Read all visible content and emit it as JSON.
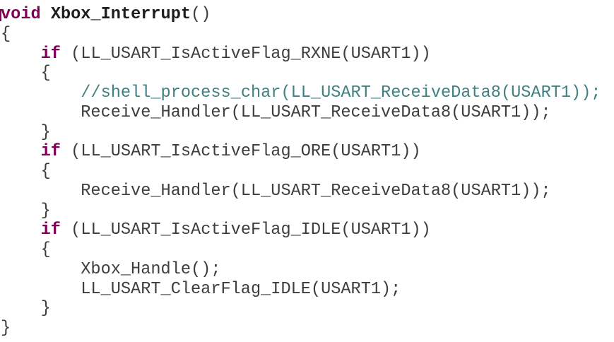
{
  "editor": {
    "background": "#ffffff",
    "colors": {
      "keyword": "#7f0055",
      "comment": "#3f8080",
      "plain": "#3d3d3d",
      "declaration": "#1d1d1d"
    },
    "lines": [
      {
        "segments": [
          {
            "type": "keyword",
            "text": "void"
          },
          {
            "type": "plain",
            "text": " "
          },
          {
            "type": "declaration",
            "text": "Xbox_Interrupt"
          },
          {
            "type": "plain",
            "text": "()"
          }
        ]
      },
      {
        "segments": [
          {
            "type": "plain",
            "text": "{"
          }
        ]
      },
      {
        "segments": [
          {
            "type": "plain",
            "text": "    "
          },
          {
            "type": "keyword",
            "text": "if"
          },
          {
            "type": "plain",
            "text": " (LL_USART_IsActiveFlag_RXNE(USART1))"
          }
        ]
      },
      {
        "segments": [
          {
            "type": "plain",
            "text": "    {"
          }
        ]
      },
      {
        "segments": [
          {
            "type": "plain",
            "text": "        "
          },
          {
            "type": "comment",
            "text": "//shell_process_char(LL_USART_ReceiveData8(USART1));"
          }
        ]
      },
      {
        "segments": [
          {
            "type": "plain",
            "text": "        Receive_Handler(LL_USART_ReceiveData8(USART1));"
          }
        ]
      },
      {
        "segments": [
          {
            "type": "plain",
            "text": "    }"
          }
        ]
      },
      {
        "segments": [
          {
            "type": "plain",
            "text": "    "
          },
          {
            "type": "keyword",
            "text": "if"
          },
          {
            "type": "plain",
            "text": " (LL_USART_IsActiveFlag_ORE(USART1))"
          }
        ]
      },
      {
        "segments": [
          {
            "type": "plain",
            "text": "    {"
          }
        ]
      },
      {
        "segments": [
          {
            "type": "plain",
            "text": "        Receive_Handler(LL_USART_ReceiveData8(USART1));"
          }
        ]
      },
      {
        "segments": [
          {
            "type": "plain",
            "text": "    }"
          }
        ]
      },
      {
        "segments": [
          {
            "type": "plain",
            "text": "    "
          },
          {
            "type": "keyword",
            "text": "if"
          },
          {
            "type": "plain",
            "text": " (LL_USART_IsActiveFlag_IDLE(USART1))"
          }
        ]
      },
      {
        "segments": [
          {
            "type": "plain",
            "text": "    {"
          }
        ]
      },
      {
        "segments": [
          {
            "type": "plain",
            "text": "        Xbox_Handle();"
          }
        ]
      },
      {
        "segments": [
          {
            "type": "plain",
            "text": "        LL_USART_ClearFlag_IDLE(USART1);"
          }
        ]
      },
      {
        "segments": [
          {
            "type": "plain",
            "text": "    }"
          }
        ]
      },
      {
        "segments": [
          {
            "type": "plain",
            "text": "}"
          }
        ]
      }
    ]
  }
}
